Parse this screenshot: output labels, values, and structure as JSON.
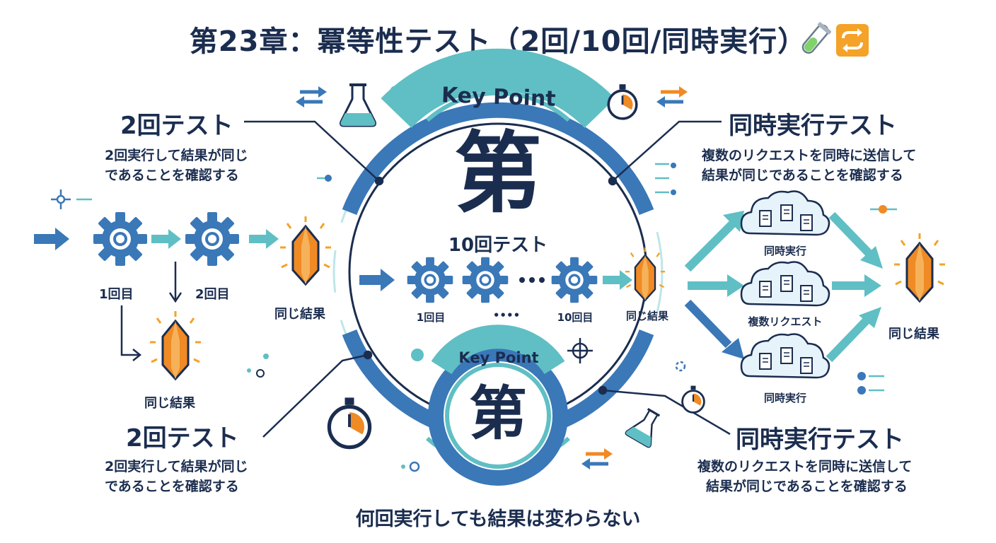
{
  "title": "第23章：冪等性テスト（2回/10回/同時実行）",
  "title_icons": [
    "test-tube-icon",
    "repeat-arrows-icon"
  ],
  "center": {
    "top_badge": "Key Point",
    "top_glyph": "第",
    "bottom_badge": "Key Point",
    "bottom_glyph": "第",
    "middle_heading": "10回テスト",
    "flow_labels": {
      "first": "1回目",
      "dots": "••••",
      "tenth": "10回目",
      "result": "同じ結果"
    }
  },
  "left_top": {
    "heading": "2回テスト",
    "desc_line1": "2回実行して結果が同じ",
    "desc_line2": "であることを確認する"
  },
  "left_flow": {
    "first": "1回目",
    "second": "2回目",
    "result_right": "同じ結果",
    "result_below": "同じ結果"
  },
  "left_bottom": {
    "heading": "2回テスト",
    "desc_line1": "2回実行して結果が同じ",
    "desc_line2": "であることを確認する"
  },
  "right_top": {
    "heading": "同時実行テスト",
    "desc_line1": "複数のリクエストを同時に送信して",
    "desc_line2": "結果が同じであることを確認する"
  },
  "right_flow": {
    "cloud1": "同時実行",
    "cloud2": "複数リクエスト",
    "cloud3": "同時実行",
    "result": "同じ結果"
  },
  "right_bottom": {
    "heading": "同時実行テスト",
    "desc_line1": "複数のリクエストを同時に送信して",
    "desc_line2": "結果が同じであることを確認する"
  },
  "footer": "何回実行しても結果は変わらない",
  "colors": {
    "navy": "#1b2d4f",
    "blue": "#3a78b8",
    "teal": "#5fbfc4",
    "light_teal": "#bfe6e8",
    "orange": "#f08a24"
  }
}
